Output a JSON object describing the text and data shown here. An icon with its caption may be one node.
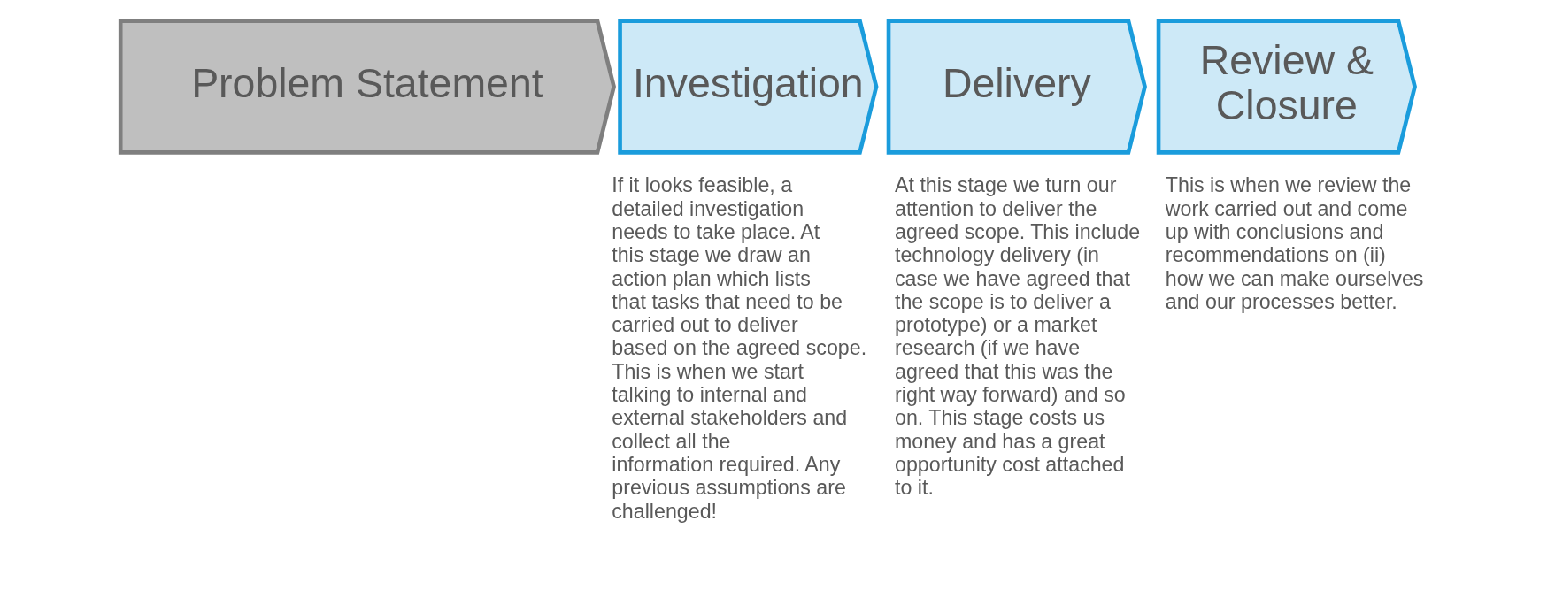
{
  "diagram": {
    "nodes": [
      {
        "text": [
          "Problem Statement"
        ]
      },
      {
        "text": [
          "Investigation"
        ],
        "beside": [
          "If it looks feasible, a detailed investigation needs to take place. At this stage we draw an action plan which lists that tasks that need to be carried out to deliver based on the agreed scope. This is when we start talking to internal and external stakeholders and collect all the information required. Any previous assumptions are challenged!"
        ]
      },
      {
        "text": [
          "Delivery"
        ],
        "beside": [
          "At this stage we turn our attention to deliver the agreed scope. This include technology delivery (in case we have agreed that the scope is to deliver a prototype) or a market research (if we have agreed that this was the right way forward) and so on. This stage costs us money and has a great opportunity cost attached to it."
        ]
      },
      {
        "text": [
          "Review & Closure"
        ],
        "beside": [
          "This is when we review the work carried out and come up with conclusions and recommendations on (ii) how we can make ourselves and our processes better."
        ]
      }
    ],
    "edges": []
  }
}
